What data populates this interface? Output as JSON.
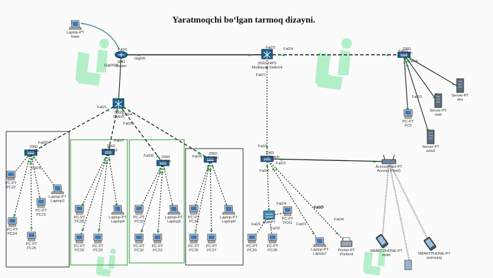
{
  "title": "Yaratmoqchi boʻlgan tarmoq dizayni.",
  "colors": {
    "switch": "#1f5f8b",
    "cable": "#222222",
    "wireless": "#777777",
    "wifi_link": "#3a8f8f",
    "vlan_green": "#2e9d3a",
    "vlan_dark": "#333344",
    "watermark": "#5fe08c"
  },
  "nodes": {
    "laptop_base": {
      "name": "Laptop-PT",
      "sub": "base"
    },
    "router": {
      "name": "1841",
      "sub": "Router"
    },
    "multilayer": {
      "name": "3560-24PS",
      "sub": "Multilayer Switch4"
    },
    "sw_right": {
      "name": "2960",
      "sub": "Switch"
    },
    "core": {
      "name": "3560",
      "sub": "Switch"
    },
    "sw1": {
      "name": "2960",
      "sub": "Switch"
    },
    "sw2": {
      "name": "2960",
      "sub": "Switch2"
    },
    "sw3": {
      "name": "2960",
      "sub": "Switch"
    },
    "sw4": {
      "name": "2960",
      "sub": "Switch"
    },
    "sw_bottom": {
      "name": "2960",
      "sub": "kutu Switch"
    },
    "access_point": {
      "name": "AccessPoint-PT",
      "sub": "Access Point1"
    },
    "server_dns": {
      "name": "Server-PT",
      "sub": "dns"
    },
    "server_web": {
      "name": "Server-PT",
      "sub": "web"
    },
    "server_web2": {
      "name": "Server-PT",
      "sub": "web2"
    },
    "pc5": {
      "name": "PC-PT",
      "sub": "PC5"
    },
    "pc22": {
      "name": "PC-PT",
      "sub": "PC22"
    },
    "pc23": {
      "name": "PC-PT",
      "sub": "PC23"
    },
    "pc24": {
      "name": "PC-PT",
      "sub": "PC24"
    },
    "pc25": {
      "name": "PC-PT",
      "sub": "PC25"
    },
    "laptop3": {
      "name": "Laptop-PT",
      "sub": "Laptop3"
    },
    "pc26": {
      "name": "PC-PT",
      "sub": "PC26"
    },
    "pc28": {
      "name": "PC-PT",
      "sub": "PC28"
    },
    "pc29": {
      "name": "PC-PT",
      "sub": "PC29"
    },
    "laptop4": {
      "name": "Laptop-PT",
      "sub": "Laptop4"
    },
    "pc30": {
      "name": "PC-PT",
      "sub": "PC30"
    },
    "pc32": {
      "name": "PC-PT",
      "sub": "PC32"
    },
    "pc33": {
      "name": "PC-PT",
      "sub": "PC33"
    },
    "laptop5": {
      "name": "Laptop-PT",
      "sub": "Laptop5"
    },
    "pc34": {
      "name": "PC-PT",
      "sub": "PC34"
    },
    "pc35": {
      "name": "PC-PT",
      "sub": "PC35"
    },
    "pc37": {
      "name": "PC-PT",
      "sub": "PC37"
    },
    "laptop6": {
      "name": "Laptop-PT",
      "sub": "Laptop6"
    },
    "pc39": {
      "name": "PC-PT",
      "sub": "PC39"
    },
    "pc38": {
      "name": "PC-PT",
      "sub": "PC38"
    },
    "pc41": {
      "name": "PC-PT",
      "sub": "PC41"
    },
    "hub": {
      "name": "Hub-PT",
      "sub": ""
    },
    "laptop7": {
      "name": "Laptop-PT",
      "sub": "Laptop7"
    },
    "printer": {
      "name": "Printer-PT",
      "sub": "Printer4"
    },
    "phone_mobi": {
      "name": "SMARTPHONE-PT",
      "sub": "mobi"
    },
    "phone_samsung": {
      "name": "SMARTPHONE-PT",
      "sub": "samsung"
    }
  },
  "port_labels": [
    "Gig0/0",
    "Gig0/0/1",
    "Fa0/1",
    "Fa0/3",
    "Fa0/4",
    "Fa0/2",
    "Fa0/4",
    "Fa0/6",
    "Fa0/5",
    "Fa0/1",
    "Fa0/4",
    "Fa0/6",
    "Fa0/7",
    "Fa0/8",
    "Fa0/6",
    "Fa0/7",
    "Fa0/1",
    "Fa0/2",
    "Fa0/3",
    "Fa0/4",
    "Fa0/5",
    "Fa0/2",
    "Fa0/4",
    "Fa0/1",
    "Fa0/1",
    "Fa0/2",
    "Fa0/3"
  ]
}
